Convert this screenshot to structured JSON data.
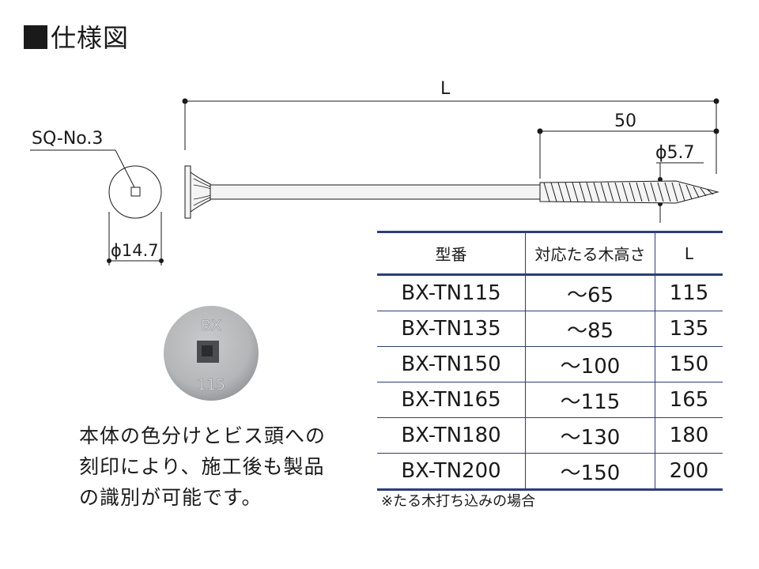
{
  "title": "仕様図",
  "dimensions": {
    "length_label": "L",
    "thread_length": "50",
    "thread_diameter": "ϕ5.7",
    "drive": "SQ-No.3",
    "head_diameter": "ϕ14.7"
  },
  "head_marking": {
    "line1": "BX",
    "line2": "115"
  },
  "description": [
    "本体の色分けとビス頭への",
    "刻印により、施工後も製品",
    "の識別が可能です。"
  ],
  "table": {
    "headers": [
      "型番",
      "対応たる木高さ",
      "L"
    ],
    "rows": [
      {
        "model": "BX-TN115",
        "height": "～65",
        "length": "115"
      },
      {
        "model": "BX-TN135",
        "height": "～85",
        "length": "135"
      },
      {
        "model": "BX-TN150",
        "height": "～100",
        "length": "150"
      },
      {
        "model": "BX-TN165",
        "height": "～115",
        "length": "165"
      },
      {
        "model": "BX-TN180",
        "height": "～130",
        "length": "180"
      },
      {
        "model": "BX-TN200",
        "height": "～150",
        "length": "200"
      }
    ]
  },
  "footnote": "※たる木打ち込みの場合",
  "colors": {
    "table_rule": "#2c3e78",
    "line": "#1a1a1a",
    "shank": "#f4f4f4",
    "head_photo": "#b4b6b8"
  }
}
